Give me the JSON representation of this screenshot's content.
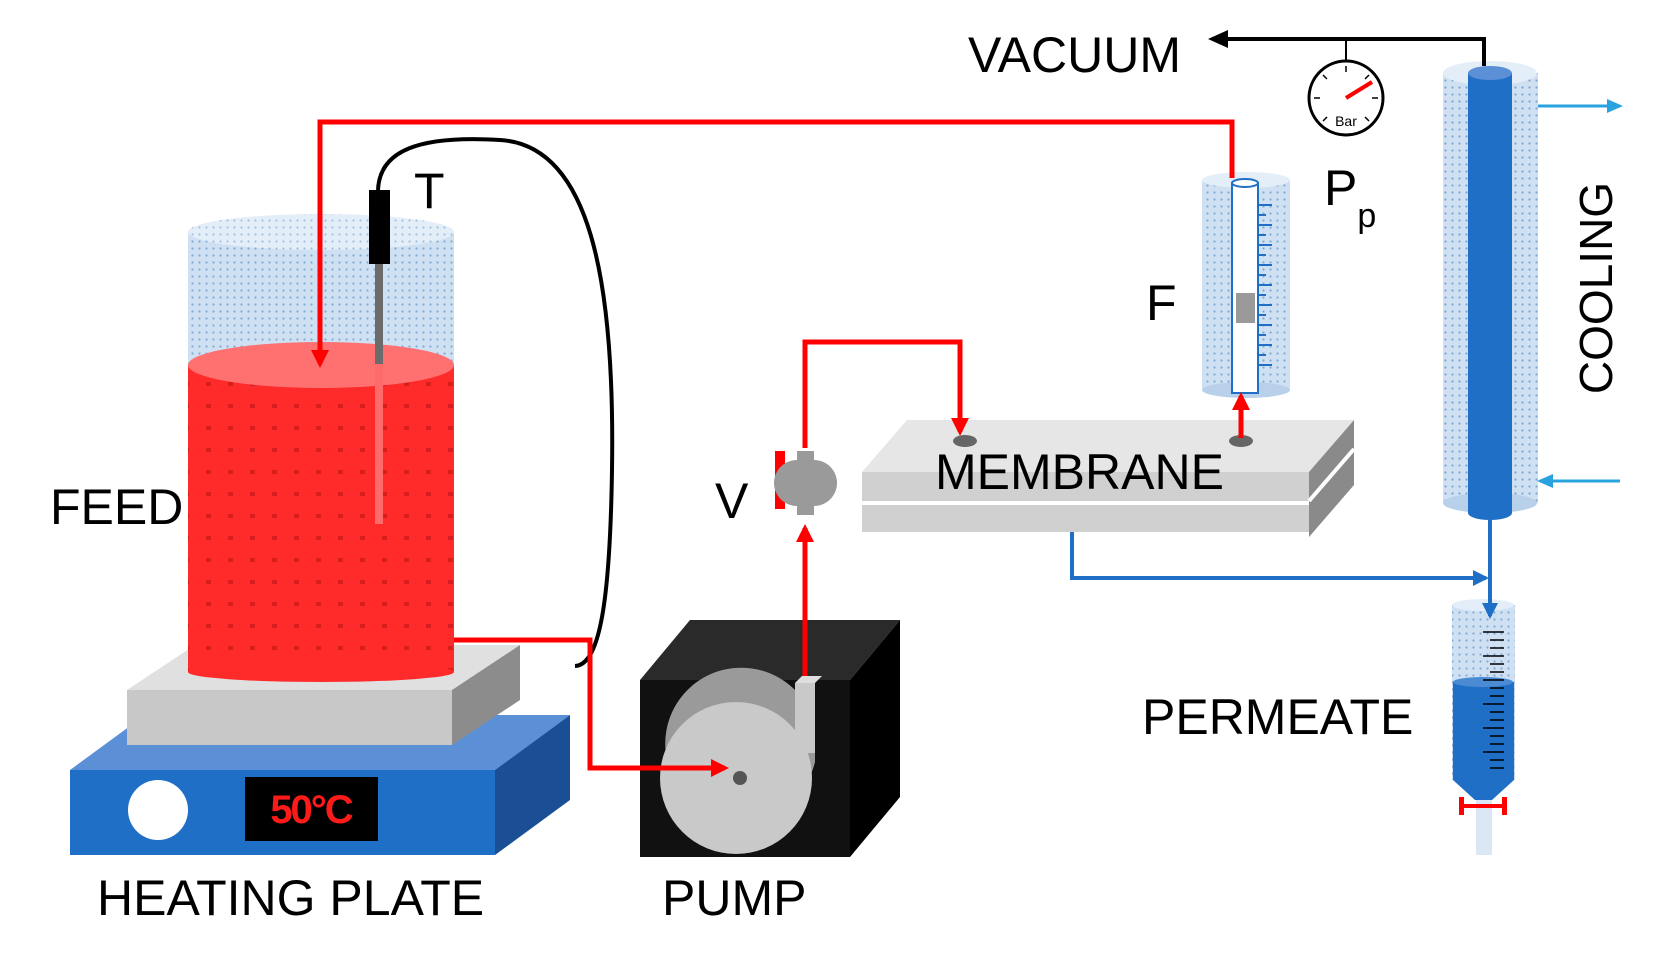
{
  "labels": {
    "vacuum": "VACUUM",
    "cooling": "COOLING",
    "temperature_sensor": "T",
    "flowmeter": "F",
    "pressure_main": "P",
    "pressure_sub": "p",
    "feed": "FEED",
    "membrane": "MEMBRANE",
    "valve": "V",
    "permeate": "PERMEATE",
    "heating_plate": "HEATING PLATE",
    "pump": "PUMP",
    "gauge_unit": "Bar"
  },
  "display": {
    "temperature": "50°C"
  },
  "colors": {
    "feed_line": "#ff0000",
    "permeate_line": "#1f6fc7",
    "cooling_water": "#29a3e0",
    "vacuum_line": "#000000",
    "plate_base": "#1f6fc7",
    "pump_body": "#111111"
  }
}
